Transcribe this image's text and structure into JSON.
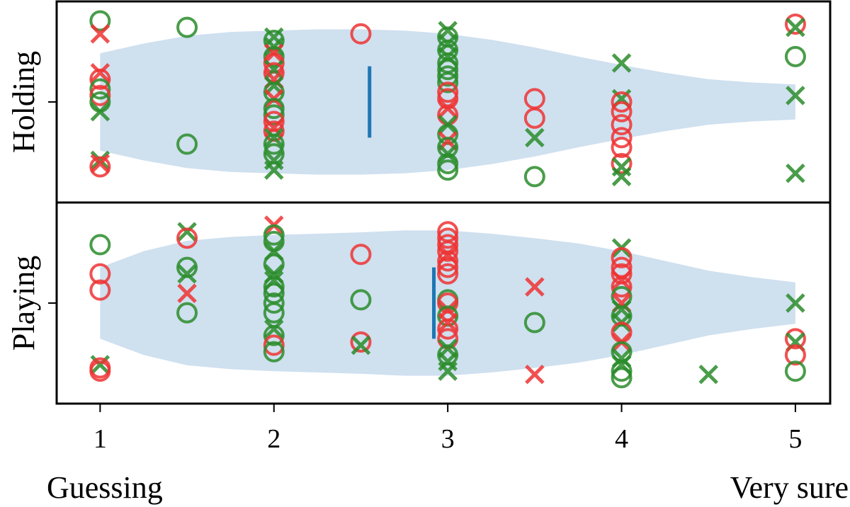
{
  "chart_data": {
    "type": "scatter",
    "xlim": [
      0.75,
      5.2
    ],
    "x_ticks": [
      1,
      2,
      3,
      4,
      5
    ],
    "x_tick_labels": [
      "1",
      "2",
      "3",
      "4",
      "5"
    ],
    "x_caption_left": "Guessing",
    "x_caption_right": "Very sure",
    "colors": {
      "violin": "#cfe0ef",
      "mean": "#1f77b4",
      "red": "#ee3333",
      "green": "#2a8c2a"
    },
    "panels": [
      {
        "ylabel": "Holding",
        "ylim": [
          -1.55,
          1.55
        ],
        "mean": 2.55,
        "violin": [
          [
            1.0,
            0.75
          ],
          [
            1.25,
            0.9
          ],
          [
            1.5,
            1.02
          ],
          [
            1.75,
            1.08
          ],
          [
            2.0,
            1.1
          ],
          [
            2.25,
            1.12
          ],
          [
            2.5,
            1.12
          ],
          [
            2.75,
            1.1
          ],
          [
            3.0,
            1.05
          ],
          [
            3.25,
            0.96
          ],
          [
            3.5,
            0.84
          ],
          [
            3.75,
            0.7
          ],
          [
            4.0,
            0.57
          ],
          [
            4.25,
            0.45
          ],
          [
            4.5,
            0.35
          ],
          [
            4.75,
            0.3
          ],
          [
            5.0,
            0.27
          ]
        ],
        "points": [
          [
            1.0,
            1.25,
            "circle",
            "green"
          ],
          [
            1.0,
            1.05,
            "cross",
            "red"
          ],
          [
            1.0,
            0.45,
            "cross",
            "red"
          ],
          [
            1.0,
            0.35,
            "circle",
            "red"
          ],
          [
            1.0,
            0.2,
            "circle",
            "green"
          ],
          [
            1.0,
            0.1,
            "circle",
            "red"
          ],
          [
            1.0,
            0.0,
            "circle",
            "green"
          ],
          [
            1.0,
            -0.15,
            "cross",
            "green"
          ],
          [
            1.0,
            -0.9,
            "cross",
            "green"
          ],
          [
            1.0,
            -0.95,
            "cross",
            "red"
          ],
          [
            1.0,
            -1.0,
            "circle",
            "red"
          ],
          [
            1.5,
            1.15,
            "circle",
            "green"
          ],
          [
            1.5,
            -0.65,
            "circle",
            "green"
          ],
          [
            2.0,
            1.0,
            "cross",
            "green"
          ],
          [
            2.0,
            0.95,
            "circle",
            "green"
          ],
          [
            2.0,
            0.85,
            "cross",
            "green"
          ],
          [
            2.0,
            0.75,
            "cross",
            "red"
          ],
          [
            2.0,
            0.7,
            "circle",
            "green"
          ],
          [
            2.0,
            0.6,
            "circle",
            "red"
          ],
          [
            2.0,
            0.5,
            "cross",
            "green"
          ],
          [
            2.0,
            0.45,
            "circle",
            "red"
          ],
          [
            2.0,
            0.35,
            "cross",
            "red"
          ],
          [
            2.0,
            0.25,
            "cross",
            "green"
          ],
          [
            2.0,
            0.15,
            "circle",
            "green"
          ],
          [
            2.0,
            0.05,
            "cross",
            "red"
          ],
          [
            2.0,
            -0.1,
            "circle",
            "green"
          ],
          [
            2.0,
            -0.2,
            "circle",
            "green"
          ],
          [
            2.0,
            -0.3,
            "circle",
            "red"
          ],
          [
            2.0,
            -0.4,
            "cross",
            "red"
          ],
          [
            2.0,
            -0.45,
            "circle",
            "red"
          ],
          [
            2.0,
            -0.55,
            "cross",
            "green"
          ],
          [
            2.0,
            -0.65,
            "circle",
            "green"
          ],
          [
            2.0,
            -0.8,
            "circle",
            "green"
          ],
          [
            2.0,
            -0.9,
            "cross",
            "green"
          ],
          [
            2.0,
            -1.05,
            "cross",
            "green"
          ],
          [
            2.5,
            1.05,
            "circle",
            "red"
          ],
          [
            3.0,
            1.1,
            "cross",
            "green"
          ],
          [
            3.0,
            1.0,
            "circle",
            "green"
          ],
          [
            3.0,
            0.9,
            "cross",
            "green"
          ],
          [
            3.0,
            0.8,
            "circle",
            "green"
          ],
          [
            3.0,
            0.7,
            "cross",
            "green"
          ],
          [
            3.0,
            0.6,
            "circle",
            "green"
          ],
          [
            3.0,
            0.5,
            "circle",
            "green"
          ],
          [
            3.0,
            0.4,
            "circle",
            "green"
          ],
          [
            3.0,
            0.3,
            "circle",
            "green"
          ],
          [
            3.0,
            0.15,
            "circle",
            "red"
          ],
          [
            3.0,
            0.05,
            "circle",
            "red"
          ],
          [
            3.0,
            -0.1,
            "cross",
            "red"
          ],
          [
            3.0,
            -0.2,
            "circle",
            "red"
          ],
          [
            3.0,
            -0.35,
            "cross",
            "green"
          ],
          [
            3.0,
            -0.5,
            "circle",
            "green"
          ],
          [
            3.0,
            -0.6,
            "cross",
            "red"
          ],
          [
            3.0,
            -0.7,
            "circle",
            "green"
          ],
          [
            3.0,
            -0.8,
            "cross",
            "green"
          ],
          [
            3.0,
            -0.95,
            "circle",
            "green"
          ],
          [
            3.0,
            -1.05,
            "circle",
            "green"
          ],
          [
            3.5,
            0.05,
            "circle",
            "red"
          ],
          [
            3.5,
            -0.25,
            "circle",
            "red"
          ],
          [
            3.5,
            -0.55,
            "cross",
            "green"
          ],
          [
            3.5,
            -1.15,
            "circle",
            "green"
          ],
          [
            4.0,
            0.6,
            "cross",
            "green"
          ],
          [
            4.0,
            0.05,
            "cross",
            "green"
          ],
          [
            4.0,
            0.0,
            "circle",
            "red"
          ],
          [
            4.0,
            -0.15,
            "circle",
            "red"
          ],
          [
            4.0,
            -0.35,
            "circle",
            "red"
          ],
          [
            4.0,
            -0.55,
            "circle",
            "red"
          ],
          [
            4.0,
            -0.7,
            "circle",
            "red"
          ],
          [
            4.0,
            -0.95,
            "circle",
            "red"
          ],
          [
            4.0,
            -1.0,
            "cross",
            "green"
          ],
          [
            4.0,
            -1.15,
            "cross",
            "green"
          ],
          [
            5.0,
            1.2,
            "circle",
            "red"
          ],
          [
            5.0,
            1.15,
            "cross",
            "green"
          ],
          [
            5.0,
            0.7,
            "circle",
            "green"
          ],
          [
            5.0,
            0.1,
            "cross",
            "green"
          ],
          [
            5.0,
            -1.1,
            "cross",
            "green"
          ]
        ]
      },
      {
        "ylabel": "Playing",
        "ylim": [
          -1.55,
          1.55
        ],
        "mean": 2.92,
        "violin": [
          [
            1.0,
            0.55
          ],
          [
            1.25,
            0.8
          ],
          [
            1.5,
            0.96
          ],
          [
            1.75,
            1.02
          ],
          [
            2.0,
            1.05
          ],
          [
            2.25,
            1.07
          ],
          [
            2.5,
            1.09
          ],
          [
            2.75,
            1.12
          ],
          [
            3.0,
            1.12
          ],
          [
            3.25,
            1.07
          ],
          [
            3.5,
            1.0
          ],
          [
            3.75,
            0.92
          ],
          [
            4.0,
            0.8
          ],
          [
            4.25,
            0.65
          ],
          [
            4.5,
            0.5
          ],
          [
            4.75,
            0.4
          ],
          [
            5.0,
            0.32
          ]
        ],
        "points": [
          [
            1.0,
            0.9,
            "circle",
            "green"
          ],
          [
            1.0,
            0.45,
            "circle",
            "red"
          ],
          [
            1.0,
            0.2,
            "circle",
            "red"
          ],
          [
            1.0,
            -0.95,
            "cross",
            "green"
          ],
          [
            1.0,
            -1.0,
            "circle",
            "red"
          ],
          [
            1.0,
            -1.05,
            "circle",
            "red"
          ],
          [
            1.5,
            1.1,
            "cross",
            "green"
          ],
          [
            1.5,
            1.0,
            "circle",
            "red"
          ],
          [
            1.5,
            0.55,
            "circle",
            "green"
          ],
          [
            1.5,
            0.45,
            "cross",
            "green"
          ],
          [
            1.5,
            0.15,
            "cross",
            "red"
          ],
          [
            1.5,
            -0.15,
            "circle",
            "green"
          ],
          [
            2.0,
            1.2,
            "cross",
            "red"
          ],
          [
            2.0,
            1.05,
            "circle",
            "green"
          ],
          [
            2.0,
            0.95,
            "circle",
            "green"
          ],
          [
            2.0,
            0.8,
            "cross",
            "green"
          ],
          [
            2.0,
            0.6,
            "circle",
            "green"
          ],
          [
            2.0,
            0.45,
            "cross",
            "green"
          ],
          [
            2.0,
            0.35,
            "cross",
            "green"
          ],
          [
            2.0,
            0.25,
            "circle",
            "green"
          ],
          [
            2.0,
            0.15,
            "circle",
            "green"
          ],
          [
            2.0,
            0.0,
            "circle",
            "green"
          ],
          [
            2.0,
            -0.15,
            "circle",
            "green"
          ],
          [
            2.0,
            -0.4,
            "cross",
            "green"
          ],
          [
            2.0,
            -0.5,
            "circle",
            "green"
          ],
          [
            2.0,
            -0.65,
            "circle",
            "red"
          ],
          [
            2.0,
            -0.75,
            "circle",
            "green"
          ],
          [
            2.5,
            0.75,
            "circle",
            "red"
          ],
          [
            2.5,
            0.05,
            "circle",
            "green"
          ],
          [
            2.5,
            -0.6,
            "circle",
            "red"
          ],
          [
            2.5,
            -0.65,
            "cross",
            "green"
          ],
          [
            3.0,
            1.1,
            "circle",
            "red"
          ],
          [
            3.0,
            1.0,
            "circle",
            "red"
          ],
          [
            3.0,
            0.9,
            "circle",
            "red"
          ],
          [
            3.0,
            0.8,
            "circle",
            "red"
          ],
          [
            3.0,
            0.75,
            "cross",
            "red"
          ],
          [
            3.0,
            0.65,
            "circle",
            "red"
          ],
          [
            3.0,
            0.55,
            "circle",
            "red"
          ],
          [
            3.0,
            0.45,
            "circle",
            "red"
          ],
          [
            3.0,
            0.05,
            "circle",
            "green"
          ],
          [
            3.0,
            0.0,
            "circle",
            "red"
          ],
          [
            3.0,
            -0.1,
            "cross",
            "red"
          ],
          [
            3.0,
            -0.2,
            "circle",
            "green"
          ],
          [
            3.0,
            -0.3,
            "cross",
            "red"
          ],
          [
            3.0,
            -0.4,
            "circle",
            "red"
          ],
          [
            3.0,
            -0.55,
            "circle",
            "red"
          ],
          [
            3.0,
            -0.7,
            "cross",
            "green"
          ],
          [
            3.0,
            -0.8,
            "circle",
            "green"
          ],
          [
            3.0,
            -0.9,
            "cross",
            "green"
          ],
          [
            3.0,
            -1.05,
            "cross",
            "green"
          ],
          [
            3.5,
            0.25,
            "cross",
            "red"
          ],
          [
            3.5,
            -0.3,
            "circle",
            "green"
          ],
          [
            3.5,
            -1.1,
            "cross",
            "red"
          ],
          [
            4.0,
            0.85,
            "cross",
            "green"
          ],
          [
            4.0,
            0.7,
            "circle",
            "red"
          ],
          [
            4.0,
            0.55,
            "circle",
            "red"
          ],
          [
            4.0,
            0.45,
            "circle",
            "red"
          ],
          [
            4.0,
            0.35,
            "cross",
            "red"
          ],
          [
            4.0,
            0.25,
            "circle",
            "red"
          ],
          [
            4.0,
            0.1,
            "circle",
            "green"
          ],
          [
            4.0,
            0.0,
            "cross",
            "red"
          ],
          [
            4.0,
            -0.1,
            "cross",
            "green"
          ],
          [
            4.0,
            -0.2,
            "circle",
            "green"
          ],
          [
            4.0,
            -0.3,
            "cross",
            "green"
          ],
          [
            4.0,
            -0.45,
            "circle",
            "red"
          ],
          [
            4.0,
            -0.6,
            "cross",
            "red"
          ],
          [
            4.0,
            -0.75,
            "circle",
            "green"
          ],
          [
            4.0,
            -0.85,
            "cross",
            "green"
          ],
          [
            4.0,
            -0.95,
            "cross",
            "green"
          ],
          [
            4.0,
            -1.05,
            "circle",
            "green"
          ],
          [
            4.0,
            -1.15,
            "circle",
            "green"
          ],
          [
            4.5,
            -1.1,
            "cross",
            "green"
          ],
          [
            5.0,
            0.0,
            "cross",
            "green"
          ],
          [
            5.0,
            -0.55,
            "circle",
            "red"
          ],
          [
            5.0,
            -0.6,
            "cross",
            "green"
          ],
          [
            5.0,
            -0.8,
            "circle",
            "red"
          ],
          [
            5.0,
            -1.05,
            "circle",
            "green"
          ]
        ]
      }
    ]
  }
}
